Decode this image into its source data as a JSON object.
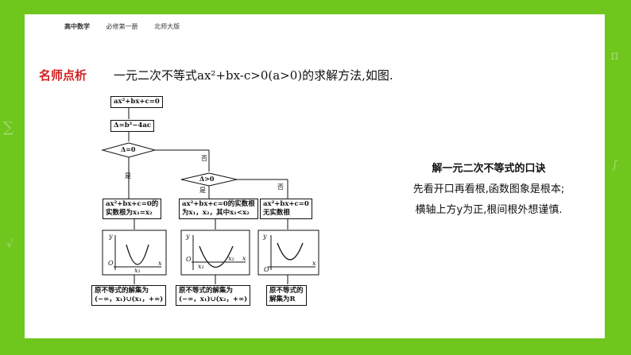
{
  "header": {
    "subject": "高中数学",
    "book": "必修第一册",
    "publisher": "北师大版"
  },
  "tag": "名师点析",
  "intro": "一元二次不等式ax²+bx-c>0(a>0)的求解方法,如图.",
  "flow": {
    "eq": "ax²+bx+c=0",
    "delta": "Δ=b²−4ac",
    "cond1": "Δ=0",
    "cond2": "Δ>0",
    "yes1": "是",
    "no1": "否",
    "yes2": "是",
    "no2": "否",
    "case1_l1": "ax²+bx+c=0的",
    "case1_l2": "实数根为x₁=x₂",
    "case2_l1": "ax²+bx+c=0的实数根",
    "case2_l2": "为x₁，x₂，其中x₁<x₂",
    "case3_l1": "ax²+bx+c=0",
    "case3_l2": "无实数根",
    "res1_l1": "原不等式的解集为",
    "res1_l2": "(−∞，x₁)∪(x₁，+∞)",
    "res2_l1": "原不等式的解集为",
    "res2_l2": "(−∞，x₁)∪(x₂，+∞)",
    "res3_l1": "原不等式的",
    "res3_l2": "解集为R",
    "axis_y": "y",
    "axis_x": "x",
    "origin": "O",
    "x1": "x₁",
    "x2": "x₂"
  },
  "rhyme": {
    "title": "解一元二次不等式的口诀",
    "line1": "先看开口再看根,函数图象是根本;",
    "line2": "横轴上方y为正,根间根外想谨慎."
  }
}
